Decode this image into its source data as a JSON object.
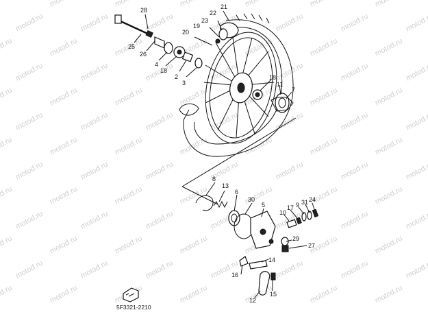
{
  "watermark": "motod.ru",
  "code": "5F3321-2210",
  "callouts": [
    {
      "id": "28",
      "label": "28"
    },
    {
      "id": "21",
      "label": "21"
    },
    {
      "id": "22",
      "label": "22"
    },
    {
      "id": "23",
      "label": "23"
    },
    {
      "id": "19",
      "label": "19"
    },
    {
      "id": "20",
      "label": "20"
    },
    {
      "id": "25",
      "label": "25"
    },
    {
      "id": "26",
      "label": "26"
    },
    {
      "id": "4",
      "label": "4"
    },
    {
      "id": "18a",
      "label": "18"
    },
    {
      "id": "2",
      "label": "2"
    },
    {
      "id": "3",
      "label": "3"
    },
    {
      "id": "18b",
      "label": "18"
    },
    {
      "id": "11",
      "label": "11"
    },
    {
      "id": "7",
      "label": "7"
    },
    {
      "id": "8",
      "label": "8"
    },
    {
      "id": "13",
      "label": "13"
    },
    {
      "id": "6",
      "label": "6"
    },
    {
      "id": "30",
      "label": "30"
    },
    {
      "id": "5",
      "label": "5"
    },
    {
      "id": "10",
      "label": "10"
    },
    {
      "id": "17",
      "label": "17"
    },
    {
      "id": "9",
      "label": "9"
    },
    {
      "id": "31",
      "label": "31"
    },
    {
      "id": "24",
      "label": "24"
    },
    {
      "id": "29",
      "label": "29"
    },
    {
      "id": "27",
      "label": "27"
    },
    {
      "id": "14",
      "label": "14"
    },
    {
      "id": "16",
      "label": "16"
    },
    {
      "id": "12",
      "label": "12"
    },
    {
      "id": "15",
      "label": "15"
    }
  ]
}
